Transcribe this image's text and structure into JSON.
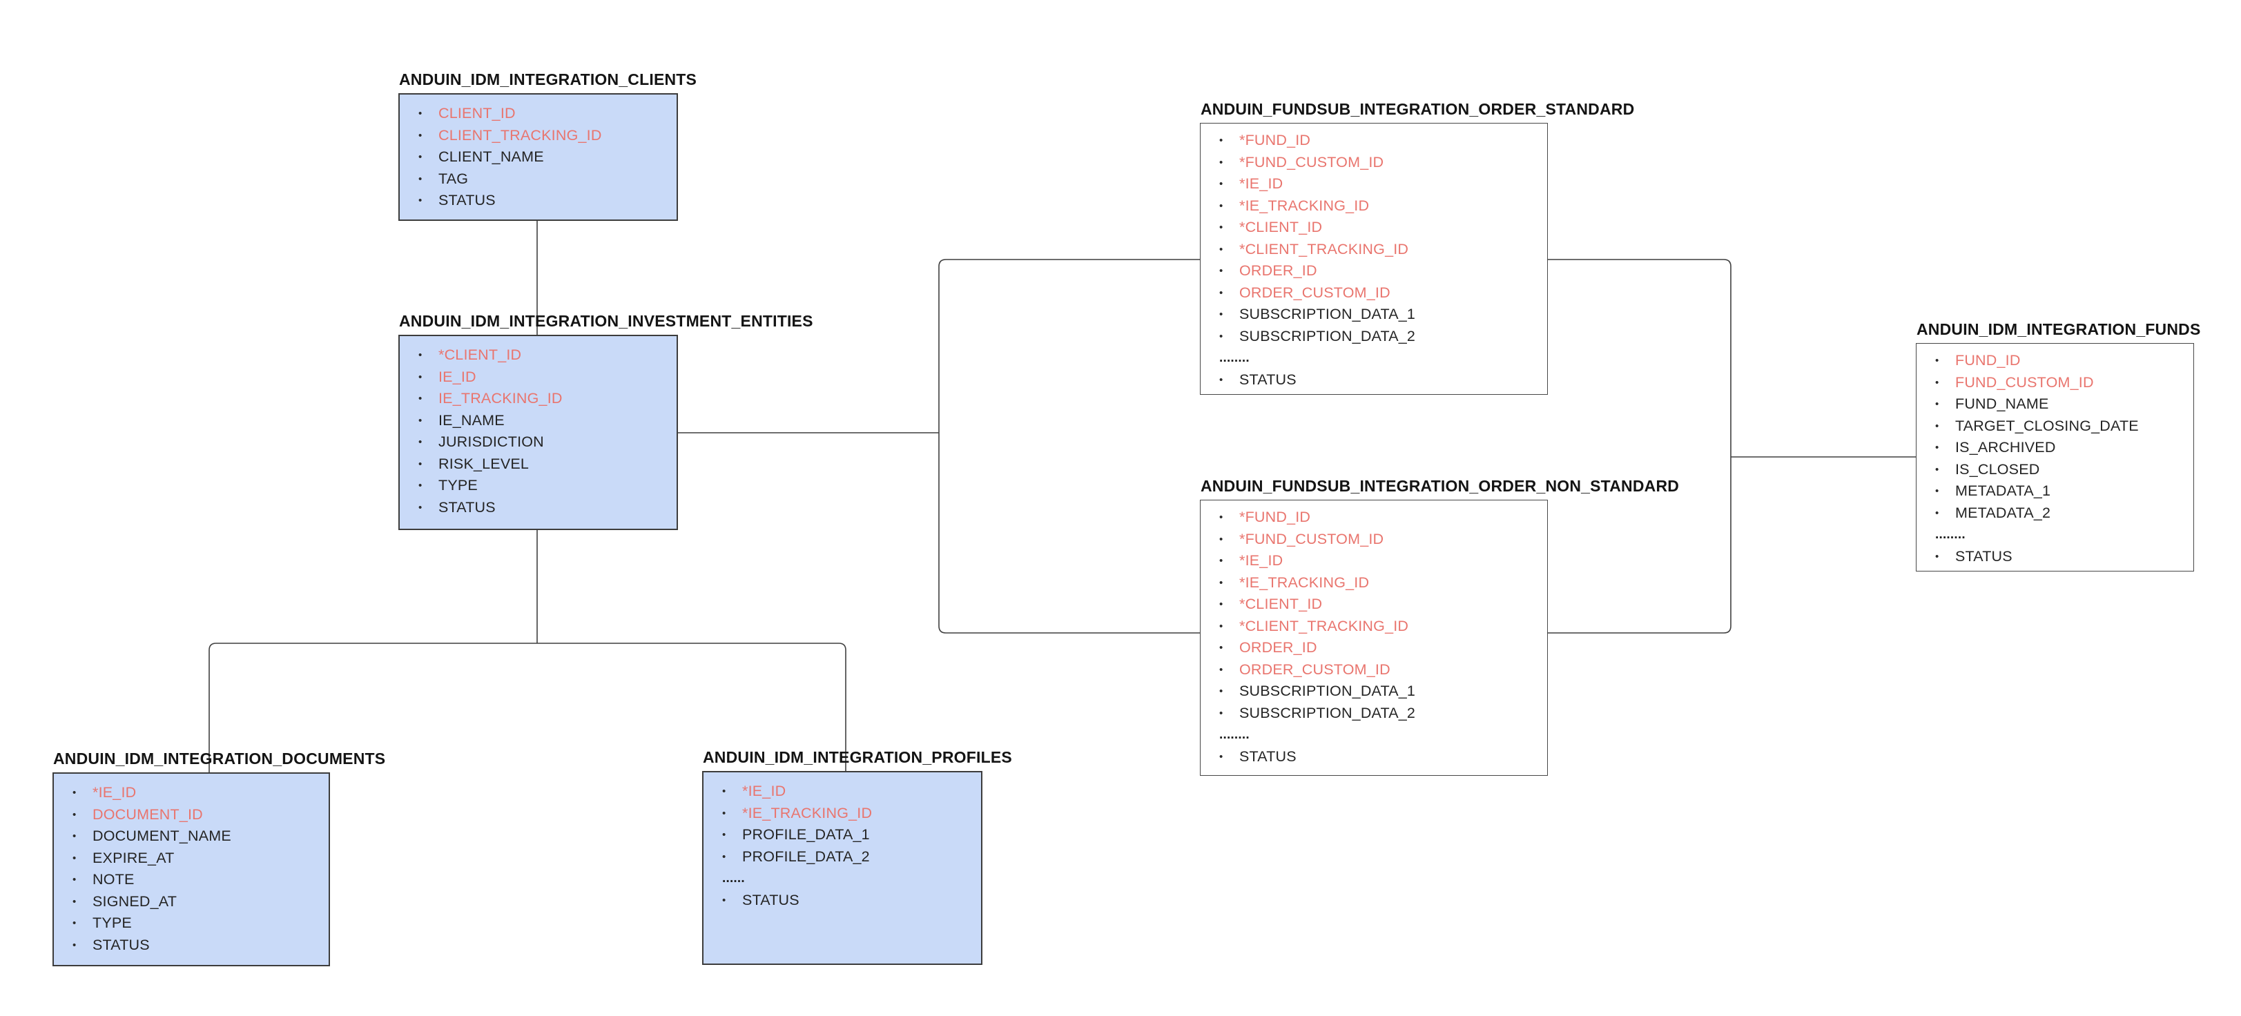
{
  "diagram": {
    "bullet_glyph": "•",
    "colors": {
      "background": "#ffffff",
      "table_fill_blue": "#c9daf8",
      "table_fill_white": "#ffffff",
      "table_border": "#3c3c3c",
      "key_field_red": "#e9756e",
      "field_text": "#242424",
      "title_text": "#141414",
      "connector_line": "#3f3f3f"
    },
    "tables": [
      {
        "id": "clients",
        "title": "ANDUIN_IDM_INTEGRATION_CLIENTS",
        "style": "blue",
        "fields": [
          {
            "name": "CLIENT_ID",
            "red": true
          },
          {
            "name": "CLIENT_TRACKING_ID",
            "red": true
          },
          {
            "name": "CLIENT_NAME"
          },
          {
            "name": "TAG"
          },
          {
            "name": "STATUS"
          }
        ]
      },
      {
        "id": "investment_entities",
        "title": "ANDUIN_IDM_INTEGRATION_INVESTMENT_ENTITIES",
        "style": "blue",
        "fields": [
          {
            "name": "*CLIENT_ID",
            "red": true
          },
          {
            "name": "IE_ID",
            "red": true
          },
          {
            "name": "IE_TRACKING_ID",
            "red": true
          },
          {
            "name": "IE_NAME"
          },
          {
            "name": "JURISDICTION"
          },
          {
            "name": "RISK_LEVEL"
          },
          {
            "name": "TYPE"
          },
          {
            "name": "STATUS"
          }
        ]
      },
      {
        "id": "order_standard",
        "title": "ANDUIN_FUNDSUB_INTEGRATION_ORDER_STANDARD",
        "style": "white",
        "fields": [
          {
            "name": "*FUND_ID",
            "red": true
          },
          {
            "name": "*FUND_CUSTOM_ID",
            "red": true
          },
          {
            "name": "*IE_ID",
            "red": true
          },
          {
            "name": "*IE_TRACKING_ID",
            "red": true
          },
          {
            "name": "*CLIENT_ID",
            "red": true
          },
          {
            "name": "*CLIENT_TRACKING_ID",
            "red": true
          },
          {
            "name": "ORDER_ID",
            "red": true
          },
          {
            "name": "ORDER_CUSTOM_ID",
            "red": true
          },
          {
            "name": "SUBSCRIPTION_DATA_1"
          },
          {
            "name": "SUBSCRIPTION_DATA_2"
          },
          {
            "name": "........",
            "dots": true
          },
          {
            "name": "STATUS"
          }
        ]
      },
      {
        "id": "order_non_standard",
        "title": "ANDUIN_FUNDSUB_INTEGRATION_ORDER_NON_STANDARD",
        "style": "white",
        "fields": [
          {
            "name": "*FUND_ID",
            "red": true
          },
          {
            "name": "*FUND_CUSTOM_ID",
            "red": true
          },
          {
            "name": "*IE_ID",
            "red": true
          },
          {
            "name": "*IE_TRACKING_ID",
            "red": true
          },
          {
            "name": "*CLIENT_ID",
            "red": true
          },
          {
            "name": "*CLIENT_TRACKING_ID",
            "red": true
          },
          {
            "name": "ORDER_ID",
            "red": true
          },
          {
            "name": "ORDER_CUSTOM_ID",
            "red": true
          },
          {
            "name": "SUBSCRIPTION_DATA_1"
          },
          {
            "name": "SUBSCRIPTION_DATA_2"
          },
          {
            "name": "........",
            "dots": true
          },
          {
            "name": "STATUS"
          }
        ]
      },
      {
        "id": "funds",
        "title": "ANDUIN_IDM_INTEGRATION_FUNDS",
        "style": "white",
        "fields": [
          {
            "name": "FUND_ID",
            "red": true
          },
          {
            "name": "FUND_CUSTOM_ID",
            "red": true
          },
          {
            "name": "FUND_NAME"
          },
          {
            "name": "TARGET_CLOSING_DATE"
          },
          {
            "name": "IS_ARCHIVED"
          },
          {
            "name": "IS_CLOSED"
          },
          {
            "name": "METADATA_1"
          },
          {
            "name": "METADATA_2"
          },
          {
            "name": "........",
            "dots": true
          },
          {
            "name": "STATUS"
          }
        ]
      },
      {
        "id": "documents",
        "title": "ANDUIN_IDM_INTEGRATION_DOCUMENTS",
        "style": "blue",
        "fields": [
          {
            "name": "*IE_ID",
            "red": true
          },
          {
            "name": "DOCUMENT_ID",
            "red": true
          },
          {
            "name": "DOCUMENT_NAME"
          },
          {
            "name": "EXPIRE_AT"
          },
          {
            "name": "NOTE"
          },
          {
            "name": "SIGNED_AT"
          },
          {
            "name": "TYPE"
          },
          {
            "name": "STATUS"
          }
        ]
      },
      {
        "id": "profiles",
        "title": "ANDUIN_IDM_INTEGRATION_PROFILES",
        "style": "blue",
        "fields": [
          {
            "name": "*IE_ID",
            "red": true
          },
          {
            "name": "*IE_TRACKING_ID",
            "red": true
          },
          {
            "name": "PROFILE_DATA_1"
          },
          {
            "name": "PROFILE_DATA_2"
          },
          {
            "name": "......",
            "dots": true
          },
          {
            "name": "STATUS"
          }
        ]
      }
    ],
    "connectors": [
      {
        "name": "clients-to-investment-entities"
      },
      {
        "name": "investment-entities-to-orders-trunk"
      },
      {
        "name": "orders-to-funds-trunk"
      },
      {
        "name": "funds-branch-line"
      },
      {
        "name": "investment-entities-descender"
      },
      {
        "name": "documents-profiles-branch"
      }
    ]
  }
}
